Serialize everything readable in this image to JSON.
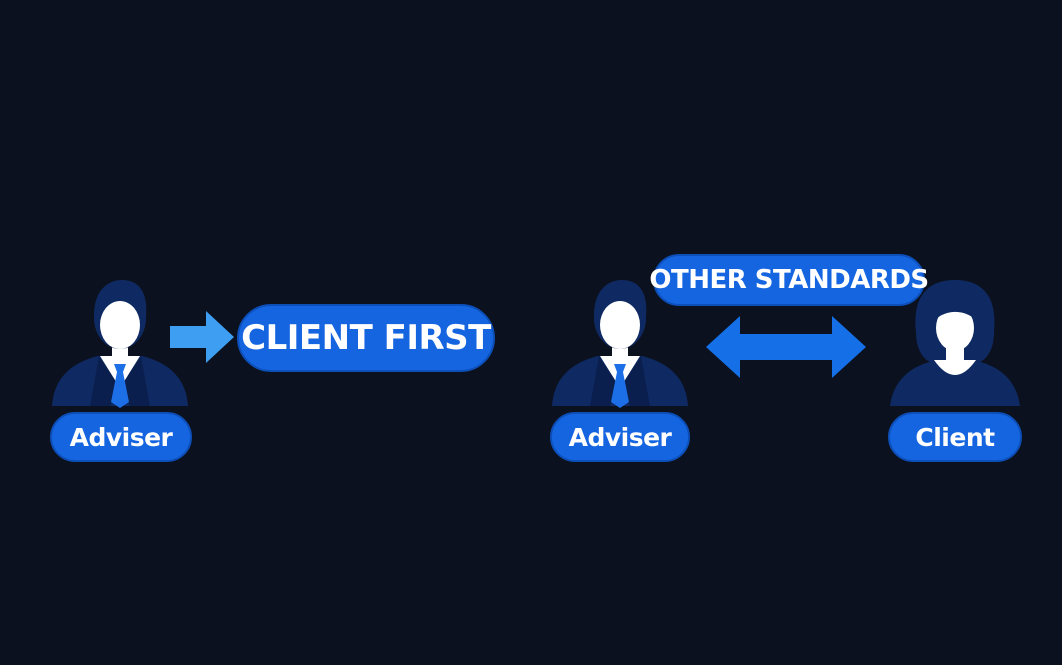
{
  "left_group": {
    "person_label": "Adviser",
    "statement": "CLIENT FIRST"
  },
  "right_group": {
    "adviser_label": "Adviser",
    "client_label": "Client",
    "statement": "OTHER STANDARDS"
  },
  "colors": {
    "background": "#0b111e",
    "pill_blue": "#1565e0",
    "figure_navy": "#0f2a63",
    "arrow_light": "#3d9ef2",
    "arrow_blue": "#1570e8",
    "tie_blue": "#1c6fe6"
  },
  "icons": [
    "adviser-figure-icon",
    "client-figure-icon",
    "right-arrow-icon",
    "double-arrow-icon"
  ]
}
